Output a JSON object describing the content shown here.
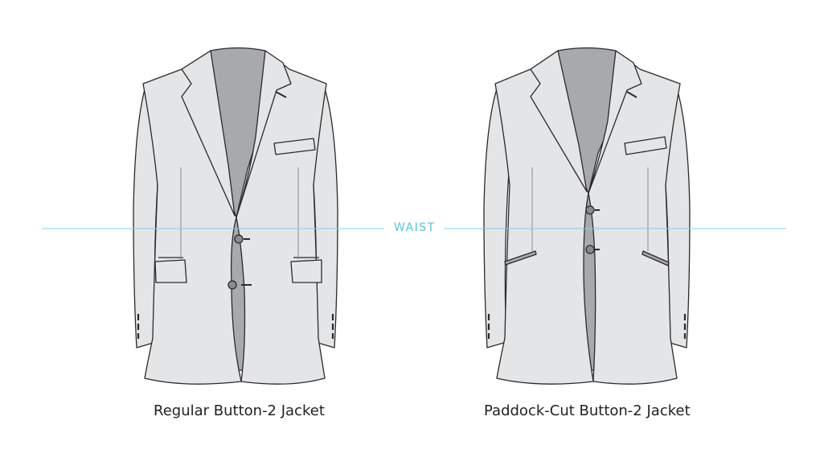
{
  "waist_label": "WAIST",
  "captions": {
    "left": "Regular Button-2 Jacket",
    "right": "Paddock-Cut Button-2 Jacket"
  },
  "colors": {
    "fabric": "#e4e5e7",
    "lining": "#a8a9ac",
    "outline": "#2a2a2a",
    "waist_line": "#7fd3e3",
    "button": "#8a8b8e"
  }
}
